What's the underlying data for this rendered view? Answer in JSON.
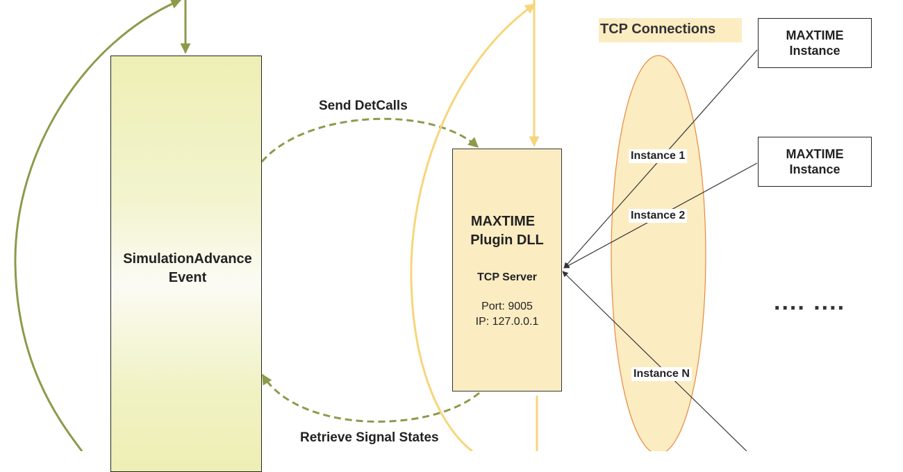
{
  "simulation_box": {
    "title_line1": "SimulationAdvance",
    "title_line2": "Event"
  },
  "plugin_box": {
    "title_line1": "MAXTIME",
    "title_line2": "Plugin DLL",
    "server_label": "TCP Server",
    "port_text": "Port: 9005",
    "ip_text": "IP: 127.0.0.1"
  },
  "arrows": {
    "send_label": "Send DetCalls",
    "retrieve_label": "Retrieve Signal States"
  },
  "tcp": {
    "heading": "TCP Connections",
    "instances": [
      "Instance 1",
      "Instance 2",
      "Instance N"
    ]
  },
  "maxtime_instances": [
    {
      "line1": "MAXTIME",
      "line2": "Instance"
    },
    {
      "line1": "MAXTIME",
      "line2": "Instance"
    }
  ],
  "ellipsis_text": ".... ....",
  "colors": {
    "olive": "#8c9a4a",
    "yellow": "#f7d57a",
    "ellipse_fill": "#fbecc2",
    "ellipse_stroke": "#e8893a"
  }
}
